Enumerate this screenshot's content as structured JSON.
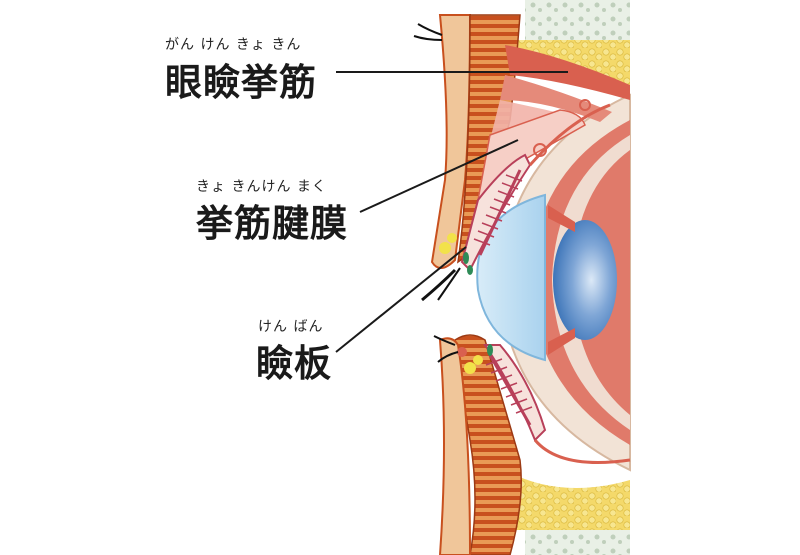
{
  "labels": {
    "levator_muscle": {
      "reading": "がん けん きょ きん",
      "term": "眼瞼挙筋"
    },
    "levator_aponeurosis": {
      "reading": "きょ きんけん まく",
      "term": "挙筋腱膜"
    },
    "tarsal_plate": {
      "reading": "けん ばん",
      "term": "瞼板"
    }
  },
  "colors": {
    "skin_outer": "#f0c69a",
    "skin_dark": "#c8501e",
    "muscle": "#d9604f",
    "muscle_light": "#f2a095",
    "fat": "#f2d75e",
    "bone_pale": "#e7efe4",
    "cornea": "#bfe0f5",
    "lens": "#3b7fc4",
    "sclera": "#f0e6dc",
    "leader": "#1a1a1a"
  }
}
